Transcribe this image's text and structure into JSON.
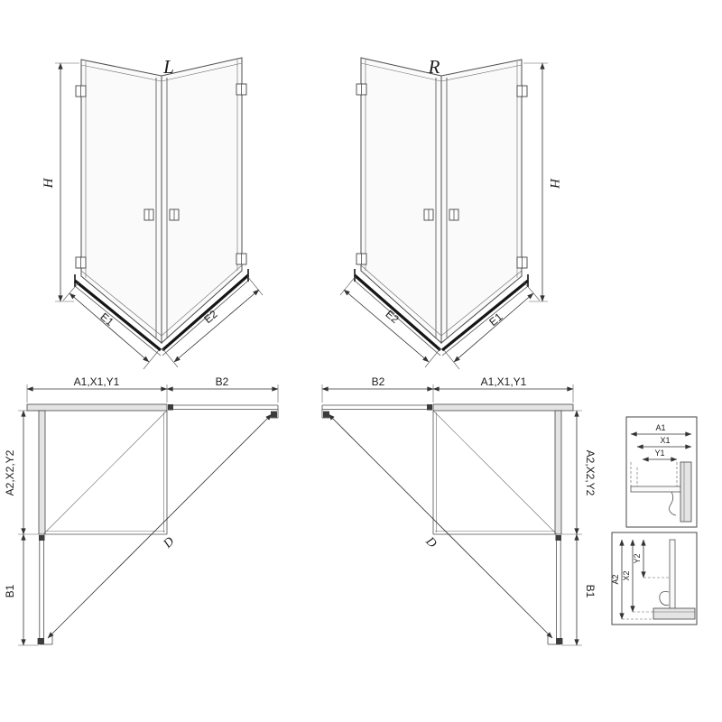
{
  "drawing": {
    "front_left": {
      "label": "L",
      "dim_height": "H",
      "dim_bottom_left": "E1",
      "dim_bottom_right": "E2"
    },
    "front_right": {
      "label": "R",
      "dim_height": "H",
      "dim_bottom_left": "E2",
      "dim_bottom_right": "E1"
    },
    "plan_left": {
      "dim_top_main": "A1,X1,Y1",
      "dim_top_door": "B2",
      "dim_side_main": "A2,X2,Y2",
      "dim_side_door": "B1",
      "dim_diagonal": "D"
    },
    "plan_right": {
      "dim_top_main": "A1,X1,Y1",
      "dim_top_door": "B2",
      "dim_side_main": "A2,X2,Y2",
      "dim_side_door": "B1",
      "dim_diagonal": "D"
    },
    "detail_horizontal": {
      "dim_1": "A1",
      "dim_2": "X1",
      "dim_3": "Y1"
    },
    "detail_vertical": {
      "dim_1": "A2",
      "dim_2": "X2",
      "dim_3": "Y2"
    }
  },
  "colors": {
    "line": "#4d4d4d",
    "dimension": "#333333",
    "text": "#1c1c1c",
    "tray_profile": "#161616",
    "wall_fill": "#e4e4e4",
    "glass_fill": "#fafafa",
    "background": "#ffffff"
  }
}
